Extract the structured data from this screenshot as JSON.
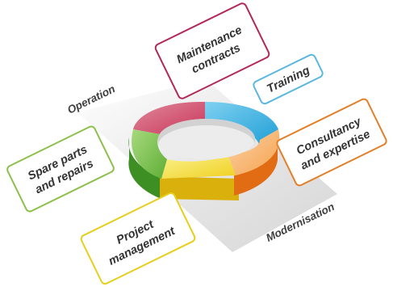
{
  "axes": {
    "operation": "Operation",
    "modernisation": "Modernisation"
  },
  "boxes": {
    "maintenance": {
      "line1": "Maintenance",
      "line2": "contracts",
      "color": "#b3265a"
    },
    "training": {
      "line1": "Training",
      "color": "#5ab8e0"
    },
    "consultancy": {
      "line1": "Consultancy",
      "line2": "and expertise",
      "color": "#e37f28"
    },
    "project": {
      "line1": "Project",
      "line2": "management",
      "color": "#e5cf1c"
    },
    "spare": {
      "line1": "Spare parts",
      "line2": "and repairs",
      "color": "#8cc04a"
    }
  },
  "ring_colors": {
    "red": "#c9365a",
    "blue": "#22a9de",
    "orange": "#f28b2a",
    "yellow": "#f0d020",
    "green": "#5fae35"
  }
}
